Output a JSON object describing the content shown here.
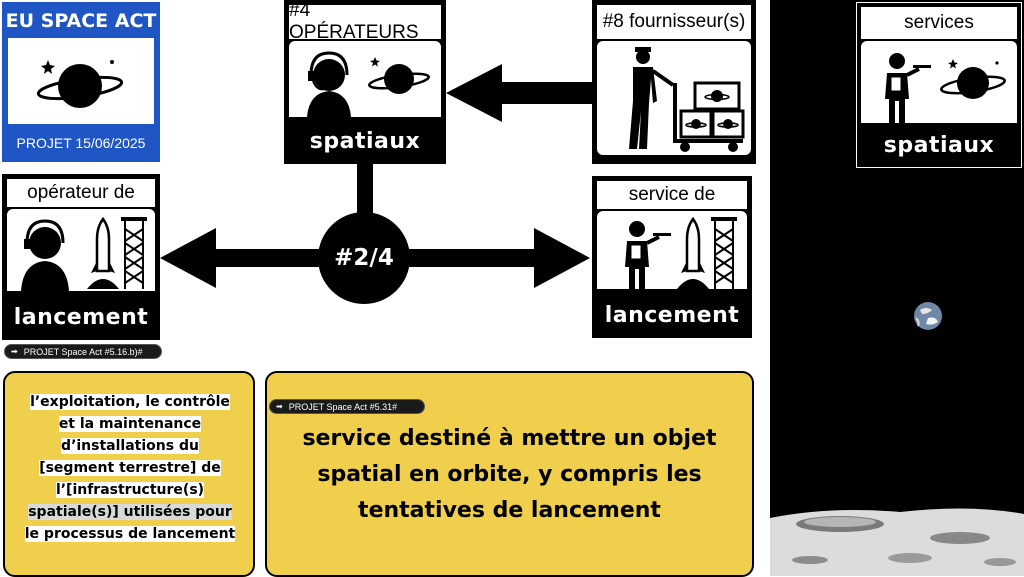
{
  "logo": {
    "title": "EU SPACE ACT",
    "project": "PROJET 15/06/2025",
    "bg_color": "#1f56c3",
    "icon": "saturn-icon"
  },
  "cards": {
    "operators": {
      "head": "#4 OPÉRATEURS",
      "foot": "spatiaux"
    },
    "suppliers": {
      "head": "#8 fournisseur(s)"
    },
    "launch_operator": {
      "head": "opérateur de",
      "foot": "lancement"
    },
    "launch_service": {
      "head": "service de",
      "foot": "lancement"
    },
    "services": {
      "head": "services",
      "foot": "spatiaux"
    }
  },
  "hub": {
    "label": "#2/4"
  },
  "badges": {
    "ref1": "PROJET Space Act #5.16.b)#",
    "ref2": "PROJET Space Act #5.31#"
  },
  "definitions": {
    "left": {
      "lines": [
        "l’exploitation, le contrôle",
        "et la maintenance",
        "d’installations du",
        "[segment terrestre] de",
        "l’[infrastructure(s)",
        "spatiale(s)] utilisées pour",
        "le processus de lancement"
      ]
    },
    "main": {
      "lines": [
        "service destiné à mettre un objet",
        "spatial en orbite, y compris les",
        "tentatives de lancement"
      ]
    }
  },
  "colors": {
    "accent_yellow": "#efcf4b",
    "logo_blue": "#1f56c3",
    "ink": "#000000"
  }
}
